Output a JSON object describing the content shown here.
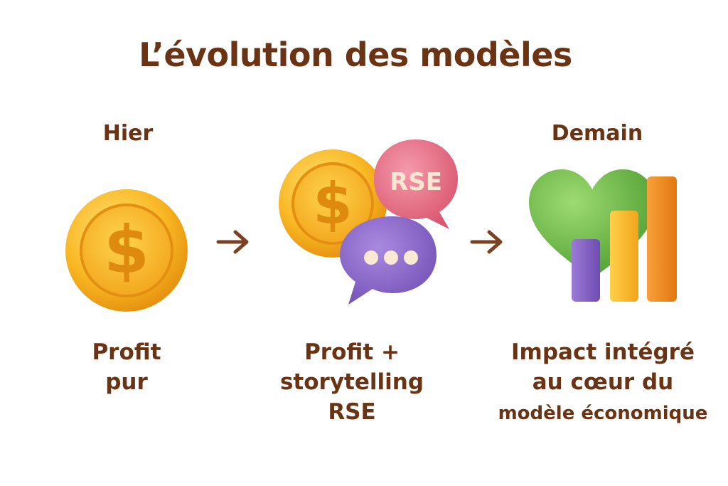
{
  "title": "L’évolution des modèles",
  "columns": {
    "yesterday": {
      "heading": "Hier",
      "label_lines": [
        "Profit",
        "pur"
      ]
    },
    "today": {
      "heading": "",
      "bubble_text": "RSE",
      "label_lines": [
        "Profit +",
        "storytelling",
        "RSE"
      ]
    },
    "tomorrow": {
      "heading": "Demain",
      "label_lines": [
        "Impact intégré",
        "au cœur du",
        "modèle économique"
      ]
    }
  },
  "icons": {
    "coin": "dollar-coin-icon",
    "speech": "speech-bubble-icon",
    "chat": "ellipsis-chat-icon",
    "heart": "heart-icon",
    "bars": "bar-chart-icon",
    "arrow": "arrow-right-icon"
  },
  "colors": {
    "text": "#6a3414",
    "coin": "#f7a91a",
    "coin_light": "#ffd34d",
    "bubble_pink": "#e66f86",
    "bubble_purple": "#8a66c9",
    "heart": "#6fbf4a",
    "bar_purple": "#8a66c9",
    "bar_yellow": "#f8b92a",
    "bar_orange": "#f08a1c"
  }
}
